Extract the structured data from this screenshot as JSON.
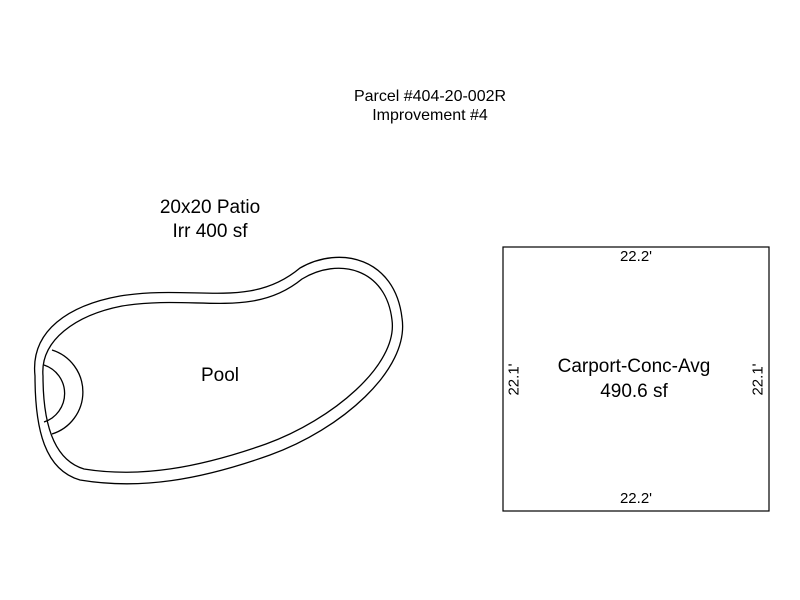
{
  "header": {
    "parcel": "Parcel #404-20-002R",
    "improvement": "Improvement #4"
  },
  "patio": {
    "line1": "20x20 Patio",
    "line2": "Irr 400 sf"
  },
  "pool": {
    "label": "Pool"
  },
  "carport": {
    "name": "Carport-Conc-Avg",
    "area": "490.6 sf",
    "dims": {
      "top": "22.2'",
      "bottom": "22.2'",
      "left": "22.1'",
      "right": "22.1'"
    }
  }
}
